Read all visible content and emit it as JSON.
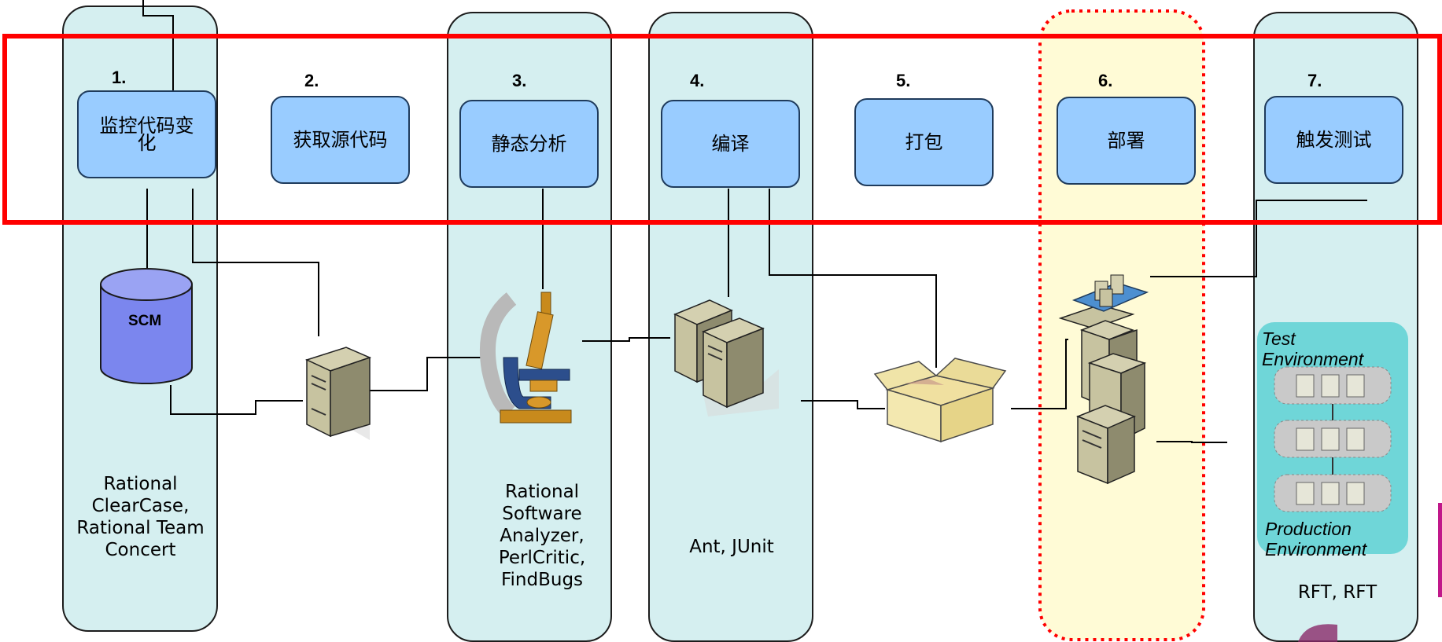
{
  "stages": [
    {
      "number": "1.",
      "label": "监控代码变化"
    },
    {
      "number": "2.",
      "label": "获取源代码"
    },
    {
      "number": "3.",
      "label": "静态分析"
    },
    {
      "number": "4.",
      "label": "编译"
    },
    {
      "number": "5.",
      "label": "打包"
    },
    {
      "number": "6.",
      "label": "部署"
    },
    {
      "number": "7.",
      "label": "触发测试"
    }
  ],
  "tools": {
    "lane1": "Rational ClearCase, Rational Team Concert",
    "lane3": "Rational Software Analyzer, PerlCritic, FindBugs",
    "lane4": "Ant, JUnit",
    "lane7": "RFT, RFT"
  },
  "scm_label": "SCM",
  "environments": {
    "test": "Test Environment",
    "production": "Production Environment"
  },
  "colors": {
    "lane_fill": "#d5eff0",
    "stage_fill": "#99ccff",
    "highlight_border": "#ff0000",
    "deploy_lane_fill": "#fffbd6",
    "env_panel": "#6fd6d8",
    "scm_cylinder": "#7b86ee"
  }
}
